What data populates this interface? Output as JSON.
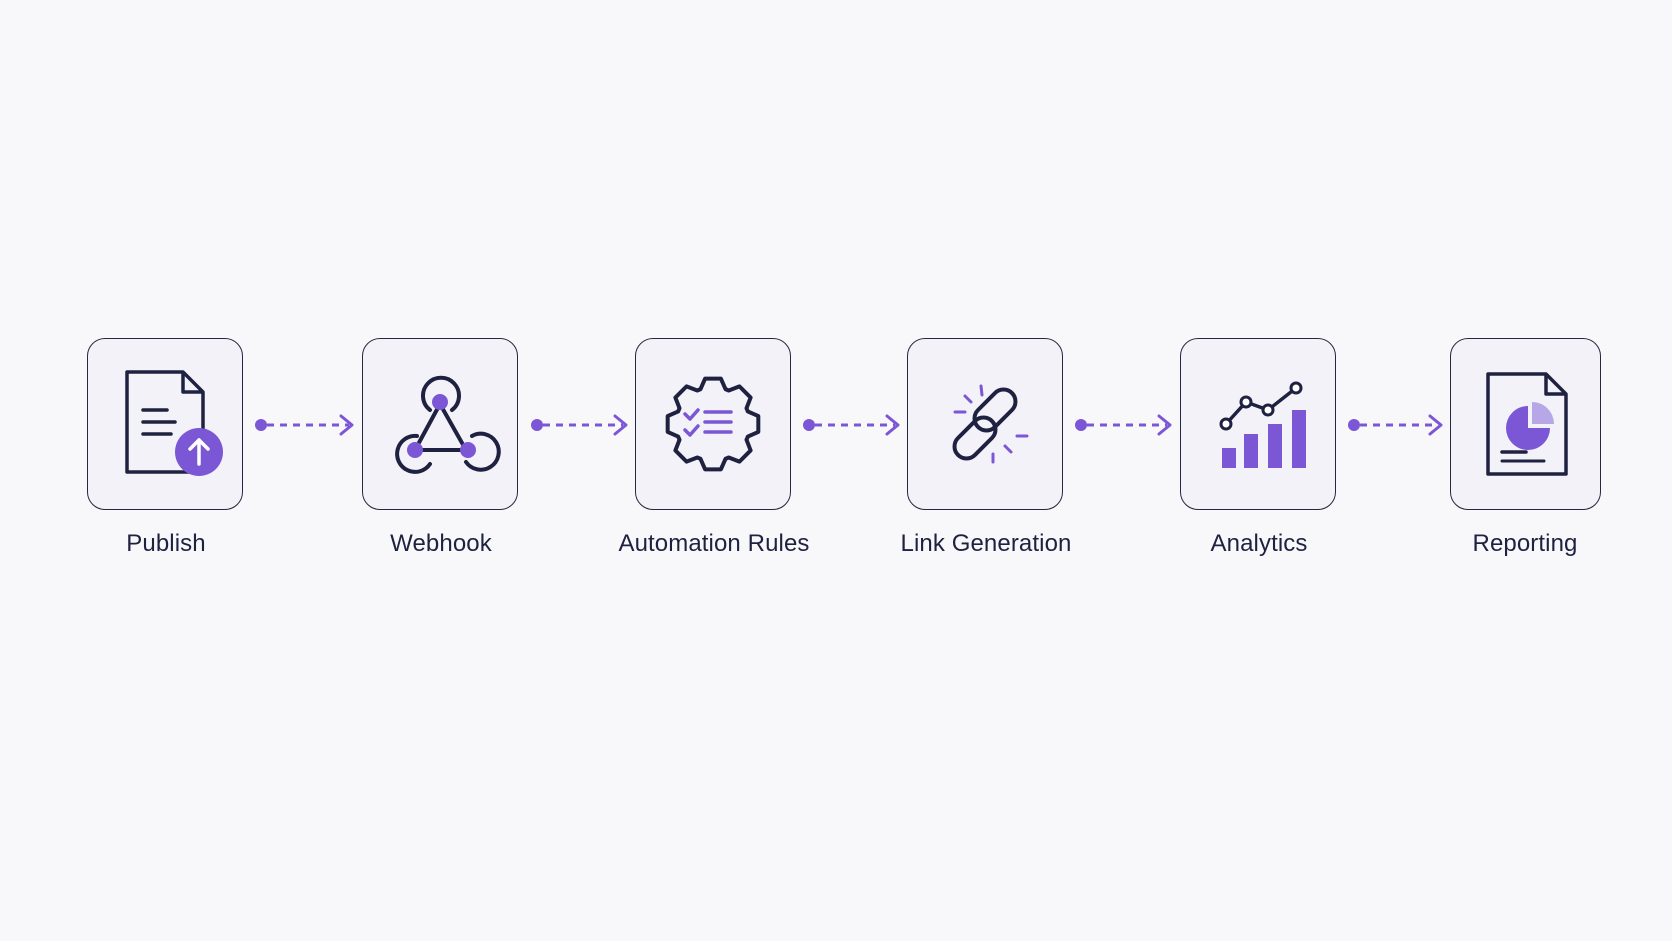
{
  "colors": {
    "accent": "#7b57d6",
    "ink": "#1f2140",
    "card_bg": "#f3f2f8",
    "card_border": "#262842",
    "background": "#f8f8fa"
  },
  "steps": [
    {
      "label": "Publish",
      "icon": "document-upload-icon"
    },
    {
      "label": "Webhook",
      "icon": "webhook-icon"
    },
    {
      "label": "Automation Rules",
      "icon": "gear-checklist-icon"
    },
    {
      "label": "Link Generation",
      "icon": "broken-link-icon"
    },
    {
      "label": "Analytics",
      "icon": "analytics-chart-icon"
    },
    {
      "label": "Reporting",
      "icon": "report-document-icon"
    }
  ],
  "connectors": [
    {
      "from": "Publish",
      "to": "Webhook"
    },
    {
      "from": "Webhook",
      "to": "Automation Rules"
    },
    {
      "from": "Automation Rules",
      "to": "Link Generation"
    },
    {
      "from": "Link Generation",
      "to": "Analytics"
    },
    {
      "from": "Analytics",
      "to": "Reporting"
    }
  ]
}
